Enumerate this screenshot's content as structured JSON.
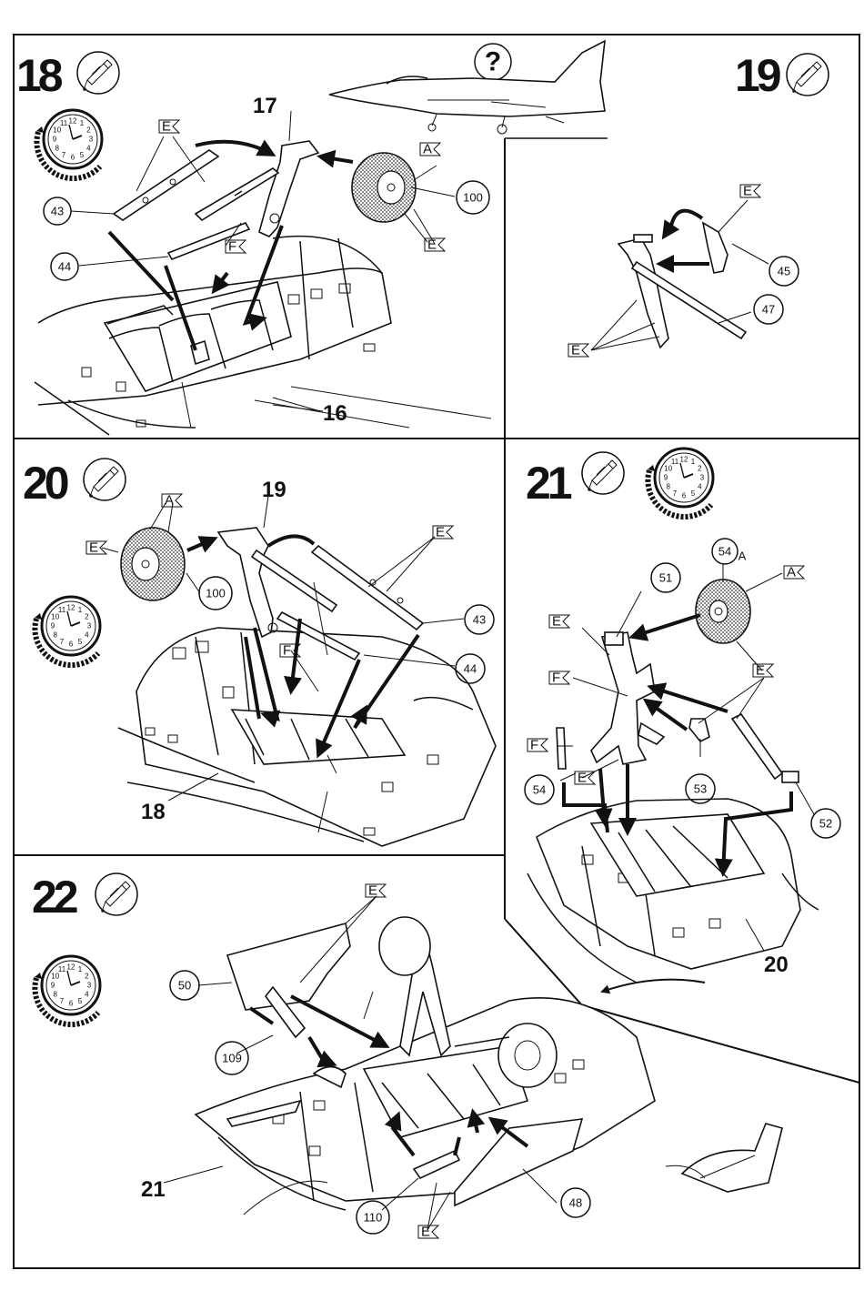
{
  "steps": [
    {
      "number": "18",
      "icon": "glue-tube-icon",
      "timer": "drying-clock-icon",
      "parts": [
        {
          "ref": "17",
          "style": "label"
        },
        {
          "ref": "16",
          "style": "label"
        },
        {
          "ref": "43",
          "style": "circle"
        },
        {
          "ref": "44",
          "style": "circle"
        },
        {
          "ref": "100",
          "style": "circle"
        }
      ],
      "flags": [
        "E",
        "E",
        "F",
        "A"
      ]
    },
    {
      "number": "19",
      "icon": "glue-tube-icon",
      "parts": [
        {
          "ref": "45",
          "style": "circle"
        },
        {
          "ref": "47",
          "style": "circle"
        }
      ],
      "flags": [
        "E",
        "E"
      ]
    },
    {
      "number": "20",
      "icon": "glue-tube-icon",
      "timer": "drying-clock-icon",
      "parts": [
        {
          "ref": "19",
          "style": "label"
        },
        {
          "ref": "18",
          "style": "label"
        },
        {
          "ref": "100",
          "style": "circle"
        },
        {
          "ref": "43",
          "style": "circle"
        },
        {
          "ref": "44",
          "style": "circle"
        }
      ],
      "flags": [
        "A",
        "E",
        "E",
        "F"
      ]
    },
    {
      "number": "21",
      "icon": "glue-tube-icon",
      "timer": "drying-clock-icon",
      "parts": [
        {
          "ref": "51",
          "style": "circle"
        },
        {
          "ref": "54",
          "style": "circle"
        },
        {
          "ref": "54",
          "style": "circle"
        },
        {
          "ref": "53",
          "style": "circle"
        },
        {
          "ref": "52",
          "style": "circle"
        },
        {
          "ref": "20",
          "style": "label"
        }
      ],
      "suffix_label": "A",
      "flags": [
        "A",
        "E",
        "F",
        "E",
        "F",
        "E"
      ]
    },
    {
      "number": "22",
      "icon": "glue-tube-icon",
      "timer": "drying-clock-icon",
      "parts": [
        {
          "ref": "50",
          "style": "circle"
        },
        {
          "ref": "109",
          "style": "circle"
        },
        {
          "ref": "21",
          "style": "label"
        },
        {
          "ref": "110",
          "style": "circle"
        },
        {
          "ref": "48",
          "style": "circle"
        }
      ],
      "flags": [
        "E",
        "E"
      ]
    }
  ],
  "info_marker": "?",
  "clock_numerals": [
    "12",
    "1",
    "2",
    "3",
    "4",
    "5",
    "6",
    "7",
    "8",
    "9",
    "10",
    "11"
  ]
}
